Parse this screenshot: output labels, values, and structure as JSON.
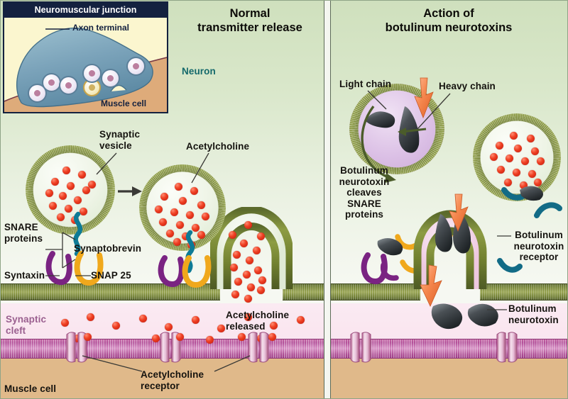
{
  "figure": {
    "title": "Normal transmitter release versus action of botulinum neurotoxins at the neuromuscular junction"
  },
  "inset": {
    "title": "Neuromuscular junction",
    "axon_terminal_label": "Axon terminal",
    "muscle_cell_label": "Muscle cell"
  },
  "panels": {
    "left": {
      "heading": "Normal\ntransmitter release",
      "neuron_label": "Neuron",
      "labels": {
        "synaptic_vesicle": "Synaptic\nvesicle",
        "acetylcholine": "Acetylcholine",
        "snare_proteins": "SNARE\nproteins",
        "synaptobrevin": "Synaptobrevin",
        "syntaxin": "Syntaxin",
        "snap25": "SNAP 25",
        "acetylcholine_released": "Acetylcholine\nreleased",
        "acetylcholine_receptor": "Acetylcholine\nreceptor",
        "synaptic_cleft": "Synaptic\ncleft",
        "muscle_cell": "Muscle cell"
      }
    },
    "right": {
      "heading": "Action of\nbotulinum neurotoxins",
      "labels": {
        "light_chain": "Light chain",
        "heavy_chain": "Heavy chain",
        "cleaves_snare": "Botulinum\nneurotoxin\ncleaves\nSNARE\nproteins",
        "toxin_receptor": "Botulinum\nneurotoxin\nreceptor",
        "botulinum_neurotoxin": "Botulinum\nneurotoxin"
      }
    }
  },
  "colors": {
    "panel_background_top": "#cfe0bd",
    "panel_background_bottom": "#f6f8f2",
    "vesicle_membrane": "#6f7e31",
    "neuron_membrane": "#71802f",
    "acetylcholine": "#ef4023",
    "synaptobrevin": "#0d7b96",
    "syntaxin": "#7a2382",
    "snap25": "#f0a81c",
    "muscle_membrane": "#b3509a",
    "muscle_cytoplasm": "#e0b98a",
    "synaptic_cleft": "#f8e2ee",
    "toxin_body": "#3c4145",
    "toxin_receptor": "#f0854f",
    "toxin_vesicle_lumen": "#c9a5d6",
    "inset_title_bar": "#14213f",
    "inset_background": "#fbf6cf",
    "neuron_label": "#14696b",
    "synaptic_cleft_label": "#9a5f8f"
  },
  "elements": {
    "left_vesicles": [
      {
        "name": "vesicle-docking-1",
        "ach_count": 14
      },
      {
        "name": "vesicle-docking-2",
        "ach_count": 17
      },
      {
        "name": "vesicle-fusing",
        "ach_count": 16
      }
    ],
    "right_vesicles": [
      {
        "name": "toxin-vesicle-endosome"
      },
      {
        "name": "synaptic-vesicle-intact",
        "ach_count": 15
      },
      {
        "name": "toxin-vesicle-forming"
      }
    ]
  }
}
